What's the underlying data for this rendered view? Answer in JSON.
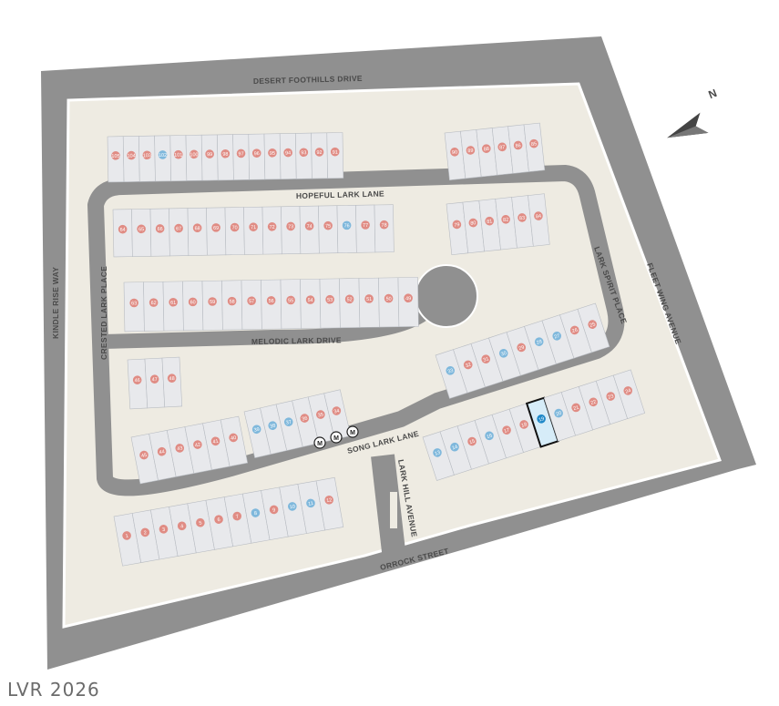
{
  "streets": {
    "desert_foothills_drive": "DESERT FOOTHILLS DRIVE",
    "hopeful_lark_lane": "HOPEFUL LARK LANE",
    "melodic_lark_drive": "MELODIC LARK DRIVE",
    "crested_lark_place": "CRESTED LARK PLACE",
    "kindle_rise_way": "KINDLE RISE WAY",
    "lark_spirit_place": "LARK SPIRIT PLACE",
    "fleet_wing_avenue": "FLEET WING AVENUE",
    "song_lark_lane": "SONG LARK LANE",
    "lark_hill_avenue": "LARK HILL AVENUE",
    "orrock_street": "ORROCK STREET"
  },
  "compass": {
    "label": "N",
    "icon": "north-arrow-icon"
  },
  "mailbox_label": "M",
  "selected_lot": "19",
  "colors": {
    "sold": "#e08c84",
    "available": "#7fb8dc",
    "selected": "#1e88c8",
    "road": "#8f8f8f",
    "lot": "#e8e9ec",
    "ground": "#efece3"
  },
  "watermark": "LVR 2026",
  "lots": {
    "row_top": [
      {
        "n": "105",
        "s": "sold"
      },
      {
        "n": "104",
        "s": "sold"
      },
      {
        "n": "103",
        "s": "sold"
      },
      {
        "n": "102",
        "s": "available"
      },
      {
        "n": "101",
        "s": "sold"
      },
      {
        "n": "100",
        "s": "sold"
      },
      {
        "n": "99",
        "s": "sold"
      },
      {
        "n": "98",
        "s": "sold"
      },
      {
        "n": "97",
        "s": "sold"
      },
      {
        "n": "96",
        "s": "sold"
      },
      {
        "n": "95",
        "s": "sold"
      },
      {
        "n": "94",
        "s": "sold"
      },
      {
        "n": "93",
        "s": "sold"
      },
      {
        "n": "92",
        "s": "sold"
      },
      {
        "n": "91",
        "s": "sold"
      }
    ],
    "row_top_right": [
      {
        "n": "90",
        "s": "sold"
      },
      {
        "n": "89",
        "s": "sold"
      },
      {
        "n": "88",
        "s": "sold"
      },
      {
        "n": "87",
        "s": "sold"
      },
      {
        "n": "86",
        "s": "sold"
      },
      {
        "n": "85",
        "s": "sold"
      }
    ],
    "row_2": [
      {
        "n": "64",
        "s": "sold"
      },
      {
        "n": "65",
        "s": "sold"
      },
      {
        "n": "66",
        "s": "sold"
      },
      {
        "n": "67",
        "s": "sold"
      },
      {
        "n": "68",
        "s": "sold"
      },
      {
        "n": "69",
        "s": "sold"
      },
      {
        "n": "70",
        "s": "sold"
      },
      {
        "n": "71",
        "s": "sold"
      },
      {
        "n": "72",
        "s": "sold"
      },
      {
        "n": "73",
        "s": "sold"
      },
      {
        "n": "74",
        "s": "sold"
      },
      {
        "n": "75",
        "s": "sold"
      },
      {
        "n": "76",
        "s": "available"
      },
      {
        "n": "77",
        "s": "sold"
      },
      {
        "n": "78",
        "s": "sold"
      }
    ],
    "row_2_right": [
      {
        "n": "79",
        "s": "sold"
      },
      {
        "n": "80",
        "s": "sold"
      },
      {
        "n": "81",
        "s": "sold"
      },
      {
        "n": "82",
        "s": "sold"
      },
      {
        "n": "83",
        "s": "sold"
      },
      {
        "n": "84",
        "s": "sold"
      }
    ],
    "row_3": [
      {
        "n": "63",
        "s": "sold"
      },
      {
        "n": "62",
        "s": "sold"
      },
      {
        "n": "61",
        "s": "sold"
      },
      {
        "n": "60",
        "s": "sold"
      },
      {
        "n": "59",
        "s": "sold"
      },
      {
        "n": "58",
        "s": "sold"
      },
      {
        "n": "57",
        "s": "sold"
      },
      {
        "n": "56",
        "s": "sold"
      },
      {
        "n": "55",
        "s": "sold"
      },
      {
        "n": "54",
        "s": "sold"
      },
      {
        "n": "53",
        "s": "sold"
      },
      {
        "n": "52",
        "s": "sold"
      },
      {
        "n": "51",
        "s": "sold"
      },
      {
        "n": "50",
        "s": "sold"
      },
      {
        "n": "49",
        "s": "sold"
      }
    ],
    "row_mid_left": [
      {
        "n": "46",
        "s": "sold"
      },
      {
        "n": "47",
        "s": "sold"
      },
      {
        "n": "48",
        "s": "sold"
      }
    ],
    "row_mid_right": [
      {
        "n": "33",
        "s": "available"
      },
      {
        "n": "32",
        "s": "sold"
      },
      {
        "n": "31",
        "s": "sold"
      },
      {
        "n": "30",
        "s": "available"
      },
      {
        "n": "29",
        "s": "sold"
      },
      {
        "n": "28",
        "s": "available"
      },
      {
        "n": "27",
        "s": "available"
      },
      {
        "n": "26",
        "s": "sold"
      },
      {
        "n": "25",
        "s": "sold"
      }
    ],
    "row_mid_center": [
      {
        "n": "39",
        "s": "available"
      },
      {
        "n": "38",
        "s": "available"
      },
      {
        "n": "37",
        "s": "available"
      },
      {
        "n": "36",
        "s": "sold"
      },
      {
        "n": "35",
        "s": "sold"
      },
      {
        "n": "34",
        "s": "sold"
      }
    ],
    "row_lower_left": [
      {
        "n": "45",
        "s": "sold"
      },
      {
        "n": "44",
        "s": "sold"
      },
      {
        "n": "43",
        "s": "sold"
      },
      {
        "n": "42",
        "s": "sold"
      },
      {
        "n": "41",
        "s": "sold"
      },
      {
        "n": "40",
        "s": "sold"
      }
    ],
    "row_lower_right": [
      {
        "n": "13",
        "s": "available"
      },
      {
        "n": "14",
        "s": "available"
      },
      {
        "n": "15",
        "s": "sold"
      },
      {
        "n": "16",
        "s": "available"
      },
      {
        "n": "17",
        "s": "sold"
      },
      {
        "n": "18",
        "s": "sold"
      },
      {
        "n": "19",
        "s": "selected"
      },
      {
        "n": "20",
        "s": "available"
      },
      {
        "n": "21",
        "s": "sold"
      },
      {
        "n": "22",
        "s": "sold"
      },
      {
        "n": "23",
        "s": "sold"
      },
      {
        "n": "24",
        "s": "sold"
      }
    ],
    "row_bottom": [
      {
        "n": "1",
        "s": "sold"
      },
      {
        "n": "2",
        "s": "sold"
      },
      {
        "n": "3",
        "s": "sold"
      },
      {
        "n": "4",
        "s": "sold"
      },
      {
        "n": "5",
        "s": "sold"
      },
      {
        "n": "6",
        "s": "sold"
      },
      {
        "n": "7",
        "s": "sold"
      },
      {
        "n": "8",
        "s": "available"
      },
      {
        "n": "9",
        "s": "sold"
      },
      {
        "n": "10",
        "s": "available"
      },
      {
        "n": "11",
        "s": "available"
      },
      {
        "n": "12",
        "s": "sold"
      }
    ]
  }
}
